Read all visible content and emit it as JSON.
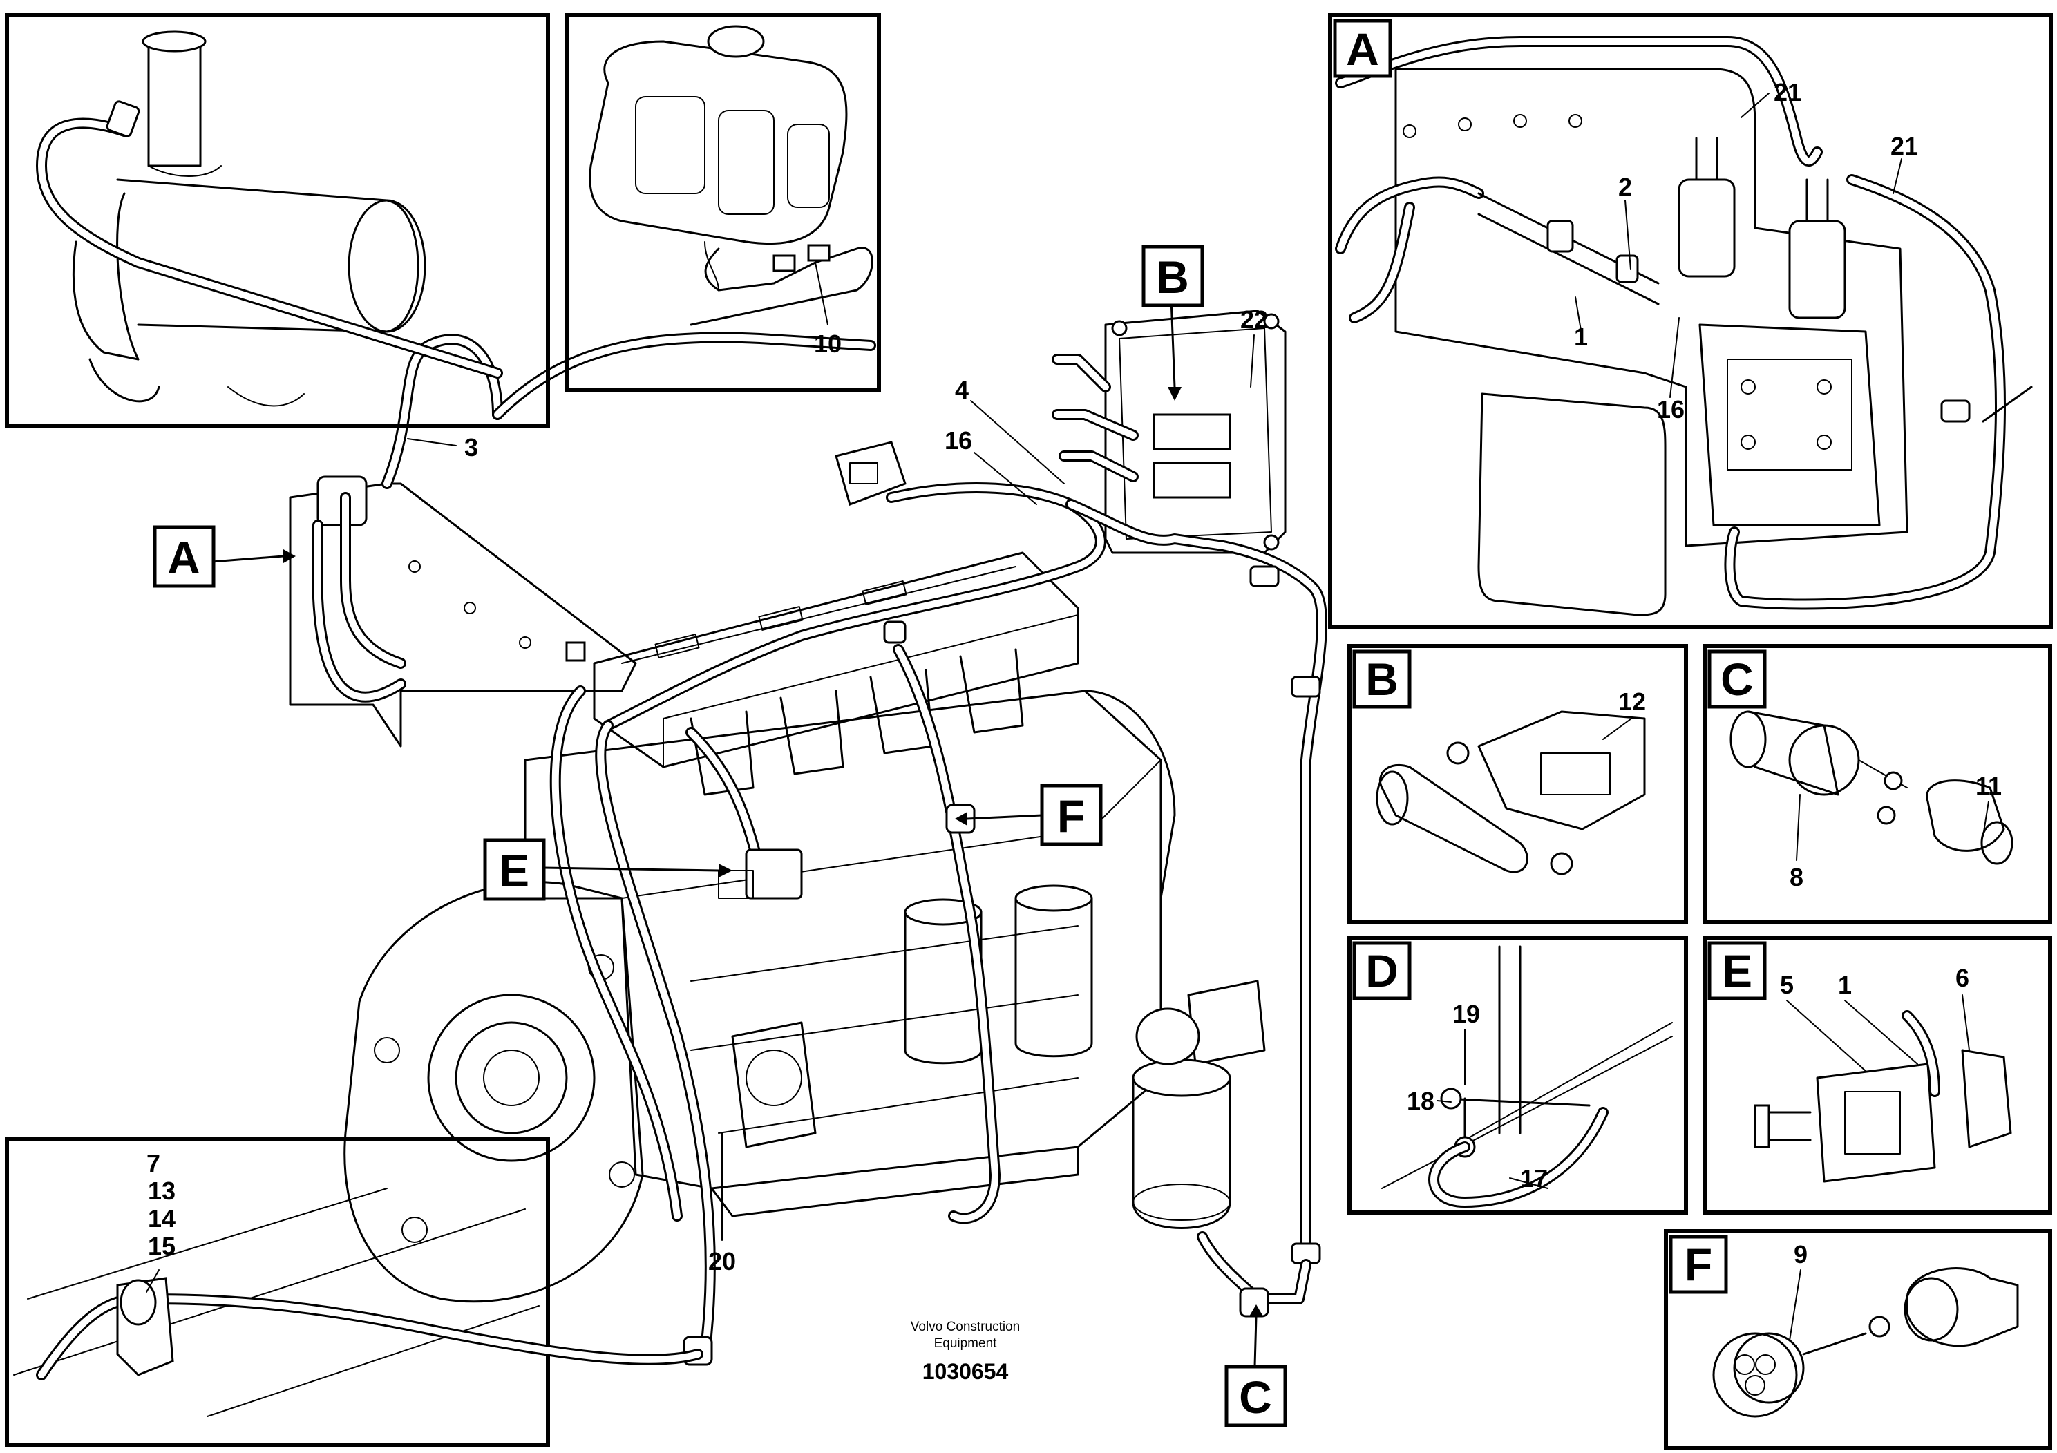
{
  "view_labels": {
    "A_main": "A",
    "B_main": "B",
    "C_main": "C",
    "E_main": "E",
    "F_main": "F",
    "panel_A": "A",
    "panel_B": "B",
    "panel_C": "C",
    "panel_D": "D",
    "panel_E": "E",
    "panel_F": "F"
  },
  "callouts": {
    "main_3": "3",
    "main_4": "4",
    "main_16": "16",
    "main_22": "22",
    "main_20": "20",
    "inset_10": "10",
    "inset_7": "7",
    "inset_13": "13",
    "inset_14": "14",
    "inset_15": "15",
    "A_21_left": "21",
    "A_21_right": "21",
    "A_2": "2",
    "A_1": "1",
    "A_16": "16",
    "B_12": "12",
    "C_11": "11",
    "C_8": "8",
    "D_19": "19",
    "D_18": "18",
    "D_17": "17",
    "E_5": "5",
    "E_1": "1",
    "E_6": "6",
    "F_9": "9"
  },
  "footer": {
    "company_line1": "Volvo Construction",
    "company_line2": "Equipment",
    "doc_number": "1030654"
  }
}
